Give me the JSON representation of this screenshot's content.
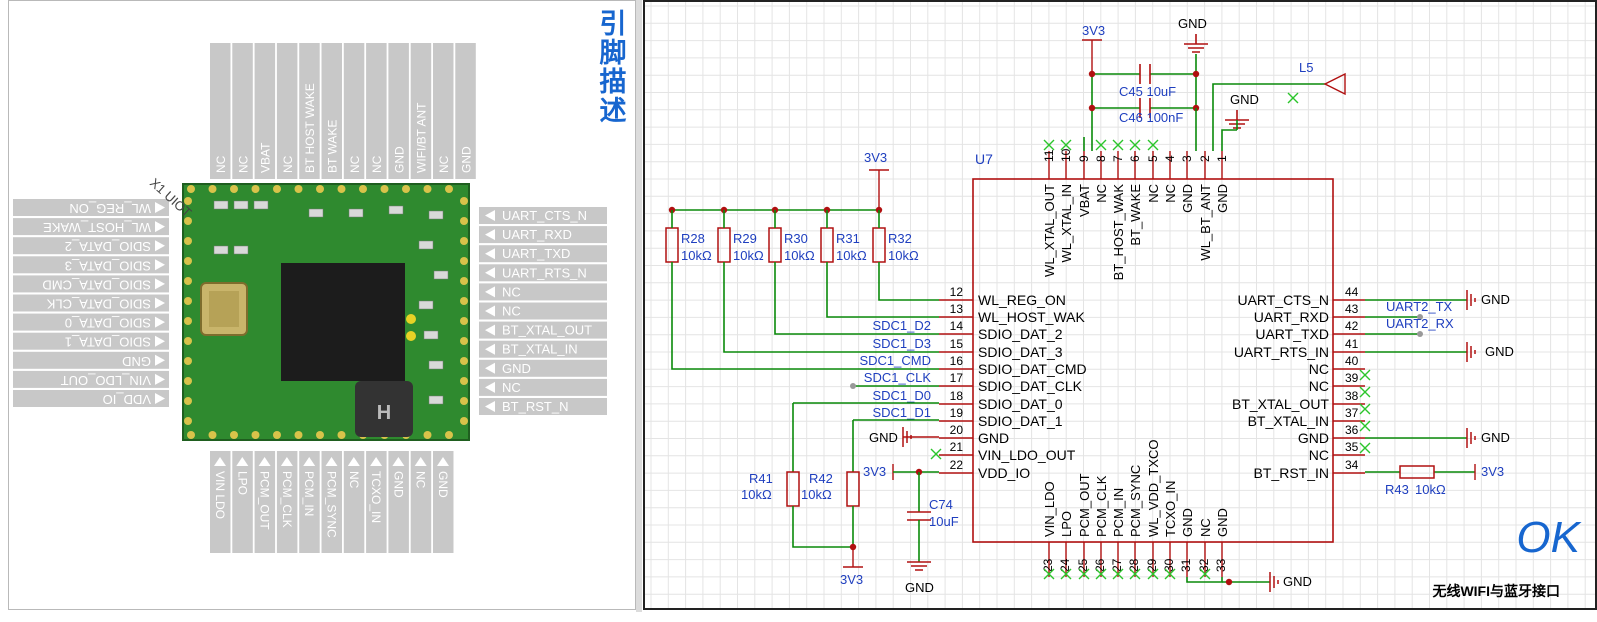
{
  "pinout": {
    "title": "引脚描述",
    "top_labels": [
      "NC",
      "NC",
      "VBAT",
      "NC",
      "BT HOST WAKE",
      "BT WAKE",
      "NC",
      "NC",
      "GND",
      "WIFI/BT ANT",
      "NC",
      "GND"
    ],
    "bottom_labels": [
      "VIN LDO",
      "LPO",
      "PCM_OUT",
      "PCM_CLK",
      "PCM_IN",
      "PCM_SYNC",
      "NC",
      "TCXO_IN",
      "GND",
      "NC",
      "GND"
    ],
    "left_labels": [
      "WL_REG_ON",
      "WL_HOST_WAKE",
      "SDIO_DATA_2",
      "SDIO_DATA_3",
      "SDIO_DATA_CMD",
      "SDIO_DATA_CLK",
      "SDIO_DATA_0",
      "SDIO_DATA_1",
      "GND",
      "VIN_LDO_OUT",
      "VDD_IO"
    ],
    "right_labels": [
      "UART_CTS_N",
      "UART_RXD",
      "UART_TXD",
      "UART_RTS_N",
      "NC",
      "NC",
      "BT_XTAL_OUT",
      "BT_XTAL_IN",
      "GND",
      "NC",
      "BT_RST_N"
    ],
    "module_mark": "X1 UIOT"
  },
  "schematic": {
    "ic_ref": "U7",
    "power_3v3": "3V3",
    "gnd": "GND",
    "antenna_ref": "L5",
    "caps": [
      {
        "ref": "C45",
        "value": "10uF"
      },
      {
        "ref": "C46",
        "value": "100nF"
      },
      {
        "ref": "C74",
        "value": "10uF"
      }
    ],
    "pullups": [
      {
        "ref": "R28",
        "value": "10kΩ"
      },
      {
        "ref": "R29",
        "value": "10kΩ"
      },
      {
        "ref": "R30",
        "value": "10kΩ"
      },
      {
        "ref": "R31",
        "value": "10kΩ"
      },
      {
        "ref": "R32",
        "value": "10kΩ"
      }
    ],
    "pulldowns": [
      {
        "ref": "R41",
        "value": "10kΩ"
      },
      {
        "ref": "R42",
        "value": "10kΩ"
      }
    ],
    "r43": {
      "ref": "R43",
      "value": "10kΩ"
    },
    "top_pins": [
      {
        "num": "11",
        "name": "WL_XTAL_OUT"
      },
      {
        "num": "10",
        "name": "WL_XTAL_IN"
      },
      {
        "num": "9",
        "name": "VBAT"
      },
      {
        "num": "8",
        "name": "NC"
      },
      {
        "num": "7",
        "name": "BT_HOST_WAK"
      },
      {
        "num": "6",
        "name": "BT_WAKE"
      },
      {
        "num": "5",
        "name": "NC"
      },
      {
        "num": "4",
        "name": "NC"
      },
      {
        "num": "3",
        "name": "GND"
      },
      {
        "num": "2",
        "name": "WL_BT_ANT"
      },
      {
        "num": "1",
        "name": "GND"
      }
    ],
    "left_pins": [
      {
        "num": "12",
        "name": "WL_REG_ON",
        "net": ""
      },
      {
        "num": "13",
        "name": "WL_HOST_WAK",
        "net": ""
      },
      {
        "num": "14",
        "name": "SDIO_DAT_2",
        "net": "SDC1_D2"
      },
      {
        "num": "15",
        "name": "SDIO_DAT_3",
        "net": "SDC1_D3"
      },
      {
        "num": "16",
        "name": "SDIO_DAT_CMD",
        "net": "SDC1_CMD"
      },
      {
        "num": "17",
        "name": "SDIO_DAT_CLK",
        "net": "SDC1_CLK"
      },
      {
        "num": "18",
        "name": "SDIO_DAT_0",
        "net": "SDC1_D0"
      },
      {
        "num": "19",
        "name": "SDIO_DAT_1",
        "net": "SDC1_D1"
      },
      {
        "num": "20",
        "name": "GND",
        "net": ""
      },
      {
        "num": "21",
        "name": "VIN_LDO_OUT",
        "net": ""
      },
      {
        "num": "22",
        "name": "VDD_IO",
        "net": ""
      }
    ],
    "right_pins": [
      {
        "num": "44",
        "name": "UART_CTS_N"
      },
      {
        "num": "43",
        "name": "UART_RXD"
      },
      {
        "num": "42",
        "name": "UART_TXD"
      },
      {
        "num": "41",
        "name": "UART_RTS_IN"
      },
      {
        "num": "40",
        "name": "NC"
      },
      {
        "num": "39",
        "name": "NC"
      },
      {
        "num": "38",
        "name": "BT_XTAL_OUT"
      },
      {
        "num": "37",
        "name": "BT_XTAL_IN"
      },
      {
        "num": "36",
        "name": "GND"
      },
      {
        "num": "35",
        "name": "NC"
      },
      {
        "num": "34",
        "name": "BT_RST_IN"
      }
    ],
    "bottom_pins": [
      {
        "num": "23",
        "name": "VIN_LDO"
      },
      {
        "num": "24",
        "name": "LPO"
      },
      {
        "num": "25",
        "name": "PCM_OUT"
      },
      {
        "num": "26",
        "name": "PCM_CLK"
      },
      {
        "num": "27",
        "name": "PCM_IN"
      },
      {
        "num": "28",
        "name": "PCM_SYNC"
      },
      {
        "num": "29",
        "name": "WL_VDD_TXCO"
      },
      {
        "num": "30",
        "name": "TCXO_IN"
      },
      {
        "num": "31",
        "name": "GND"
      },
      {
        "num": "32",
        "name": "NC"
      },
      {
        "num": "33",
        "name": "GND"
      }
    ],
    "uart_nets": {
      "tx": "UART2_TX",
      "rx": "UART2_RX"
    },
    "status": "OK",
    "caption": "无线WIFI与蓝牙接口"
  },
  "colors": {
    "wire": "#0a8a0a",
    "component": "#b01010",
    "pin_text": "#000000",
    "net_text": "#1f3fbf",
    "grid": "#e4e4e4",
    "accent": "#1766cf",
    "label_box": "#c8c8c8"
  }
}
